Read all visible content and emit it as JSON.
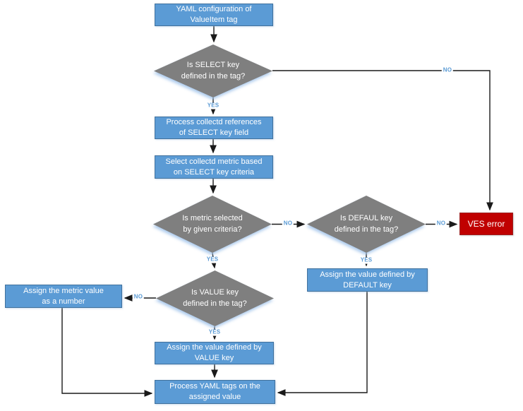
{
  "diagram_title": "ValueItem tag processing flowchart",
  "colors": {
    "process_fill": "#5b9bd5",
    "process_border": "#41719c",
    "decision_fill": "#7f7f7f",
    "error_fill": "#c00000",
    "edge_label_color": "#5b9bd5",
    "connector_color": "#1a1a1a"
  },
  "nodes": {
    "start": "YAML configuration of\nValueItem tag",
    "decision_select": "Is SELECT key\ndefined in the tag?",
    "process_references": "Process collectd references\nof SELECT key field",
    "select_metric": "Select collectd metric based\non SELECT key criteria",
    "decision_metric": "Is metric selected\nby given criteria?",
    "decision_default": "Is DEFAUL key\ndefined in the tag?",
    "ves_error": "VES error",
    "assign_default": "Assign the value defined by\nDEFAULT key",
    "decision_value": "Is VALUE key\ndefined in the tag?",
    "assign_metric": "Assign the metric value\nas a number",
    "assign_value": "Assign the value defined by\nVALUE key",
    "process_yaml": "Process YAML tags on the\nassigned value"
  },
  "edge_labels": {
    "select_yes": "YES",
    "select_no": "NO",
    "metric_yes": "YES",
    "metric_no": "NO",
    "default_yes": "YES",
    "default_no": "NO",
    "value_yes": "YES",
    "value_no": "NO"
  }
}
